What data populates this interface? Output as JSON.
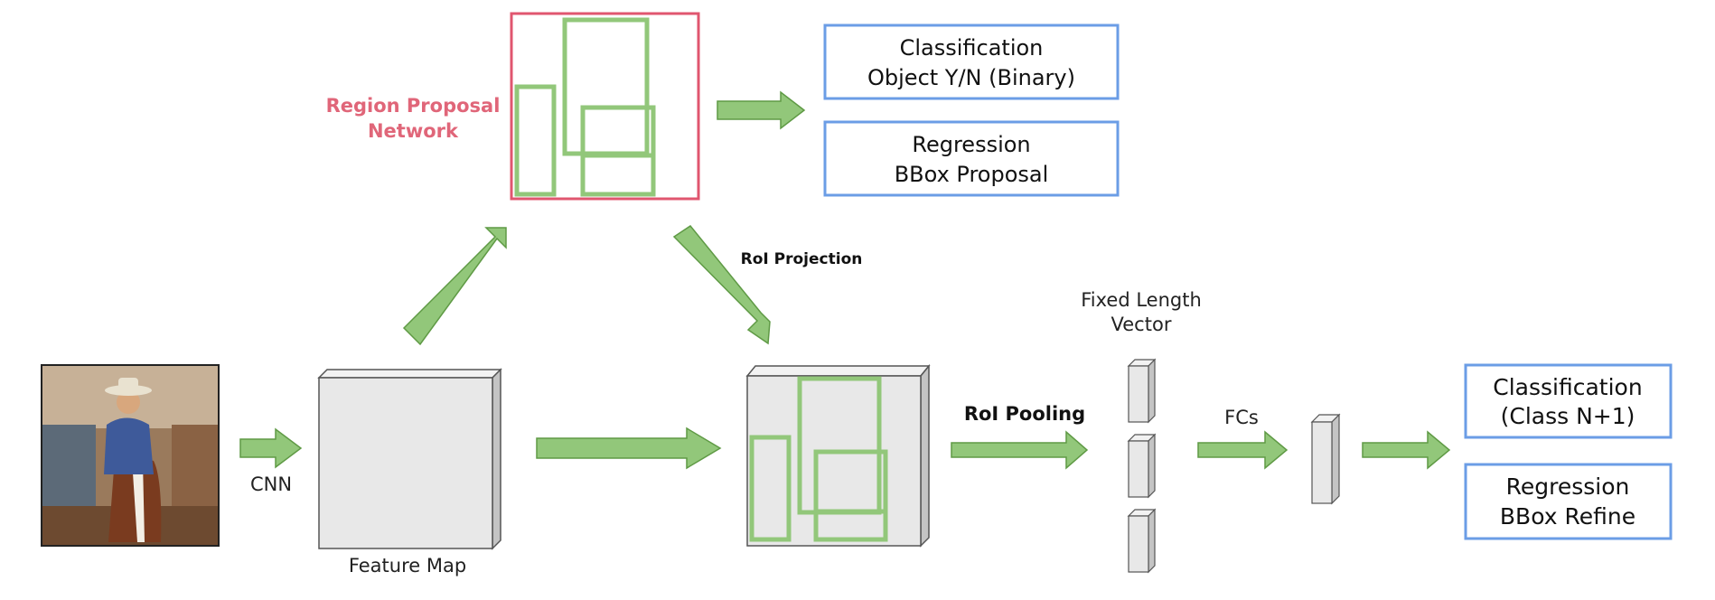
{
  "colors": {
    "green_fill": "#92c77a",
    "green_stroke": "#5f9a45",
    "blue_border": "#6b9de6",
    "red_border": "#e0566f",
    "red_text": "#e06679",
    "gray_front": "#e8e8e8",
    "gray_side": "#c4c4c4",
    "gray_top": "#f2f2f2",
    "dark_border": "#555555"
  },
  "labels": {
    "cnn": "CNN",
    "feature_map": "Feature Map",
    "rpn_line1": "Region Proposal",
    "rpn_line2": "Network",
    "roi_projection": "RoI Projection",
    "roi_pooling": "RoI Pooling",
    "fixed_line1": "Fixed Length",
    "fixed_line2": "Vector",
    "fcs": "FCs"
  },
  "boxes": {
    "rpn_cls_line1": "Classification",
    "rpn_cls_line2": "Object Y/N (Binary)",
    "rpn_reg_line1": "Regression",
    "rpn_reg_line2": "BBox Proposal",
    "final_cls_line1": "Classification",
    "final_cls_line2": "(Class N+1)",
    "final_reg_line1": "Regression",
    "final_reg_line2": "BBox Refine"
  },
  "input_image": {
    "subject": "cowboy-on-horse-photo"
  }
}
